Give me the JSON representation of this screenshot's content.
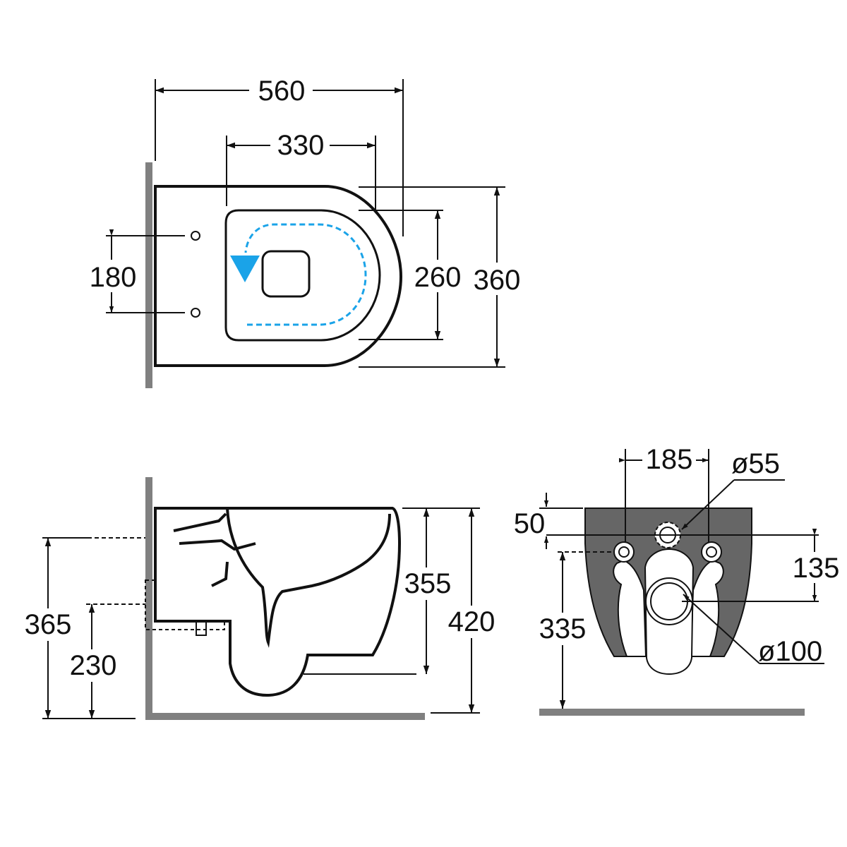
{
  "colors": {
    "line": "#111111",
    "wall": "#808080",
    "body_fill": "#666666",
    "flush_arrow": "#1aa3e8"
  },
  "icons": {
    "flush_direction": "flush-arrow-icon"
  },
  "top_view": {
    "overall_length": "560",
    "seat_length": "330",
    "fixing_spacing": "180",
    "seat_width": "260",
    "overall_width": "360"
  },
  "side_view": {
    "inlet_height": "365",
    "outlet_height": "230",
    "bowl_height": "355",
    "overall_height": "420"
  },
  "back_view": {
    "bolt_spacing": "185",
    "inlet_diameter": "ø55",
    "inlet_offset": "50",
    "bolt_to_outlet": "135",
    "outlet_centre_height": "335",
    "outlet_diameter": "ø100"
  }
}
